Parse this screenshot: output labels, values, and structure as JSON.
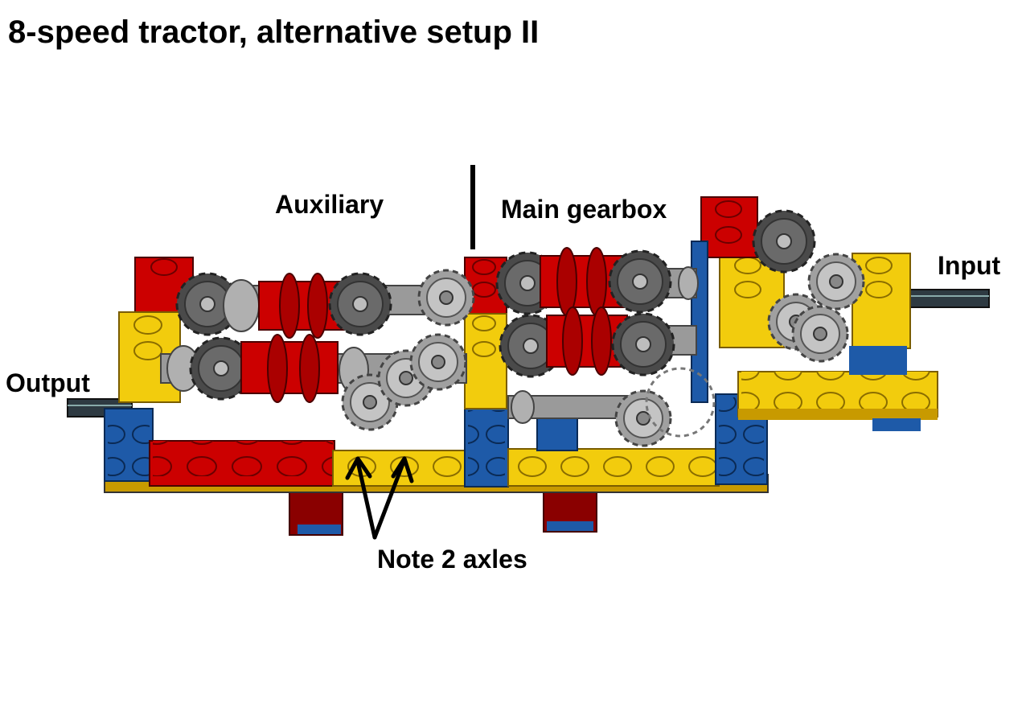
{
  "title": "8-speed tractor, alternative setup II",
  "labels": {
    "auxiliary": "Auxiliary",
    "main_gearbox": "Main gearbox",
    "input": "Input",
    "output": "Output",
    "note": "Note 2 axles"
  },
  "colors": {
    "red": "#cc0000",
    "yellow": "#f2cc0d",
    "blue": "#1e5aa8",
    "gray": "#9a9a9a",
    "dark": "#3c3c3c",
    "black": "#000000"
  }
}
